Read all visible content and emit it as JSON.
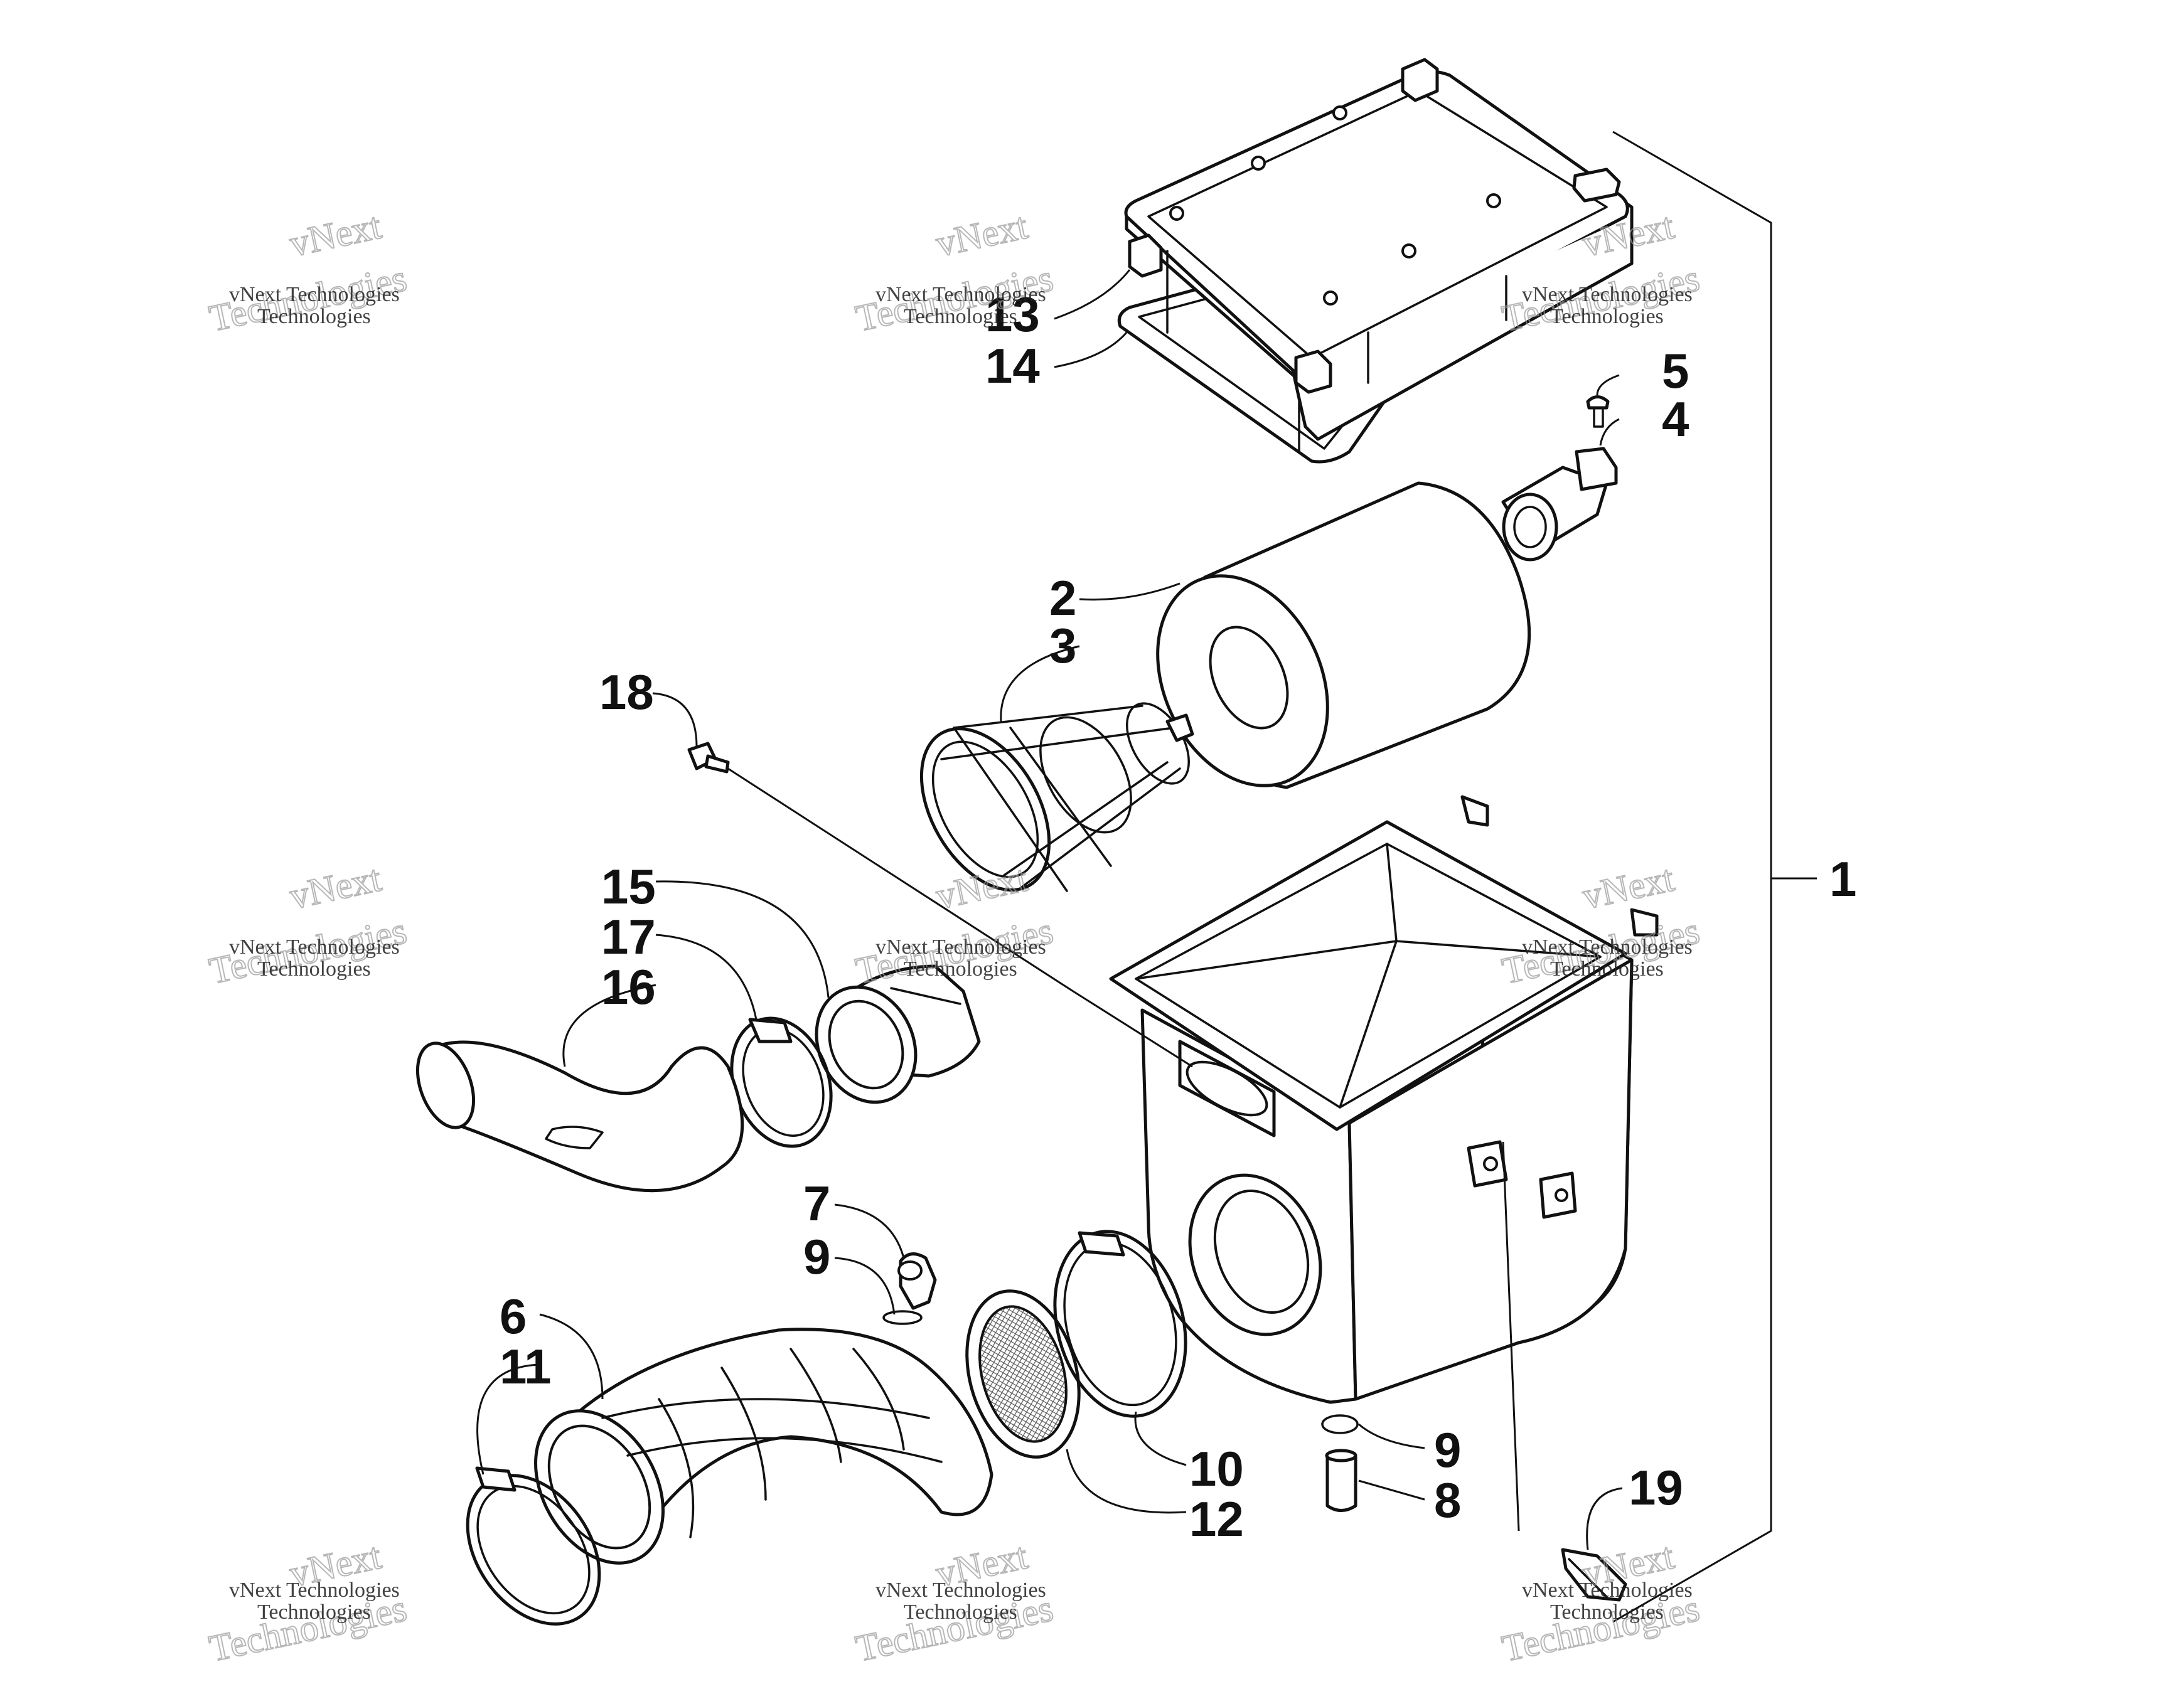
{
  "diagram": {
    "callouts": [
      {
        "id": "c1",
        "label": "1"
      },
      {
        "id": "c2",
        "label": "2"
      },
      {
        "id": "c3",
        "label": "3"
      },
      {
        "id": "c4",
        "label": "4"
      },
      {
        "id": "c5",
        "label": "5"
      },
      {
        "id": "c6",
        "label": "6"
      },
      {
        "id": "c7",
        "label": "7"
      },
      {
        "id": "c8",
        "label": "8"
      },
      {
        "id": "c9a",
        "label": "9"
      },
      {
        "id": "c9b",
        "label": "9"
      },
      {
        "id": "c10",
        "label": "10"
      },
      {
        "id": "c11",
        "label": "11"
      },
      {
        "id": "c12",
        "label": "12"
      },
      {
        "id": "c13",
        "label": "13"
      },
      {
        "id": "c14",
        "label": "14"
      },
      {
        "id": "c15",
        "label": "15"
      },
      {
        "id": "c16",
        "label": "16"
      },
      {
        "id": "c17",
        "label": "17"
      },
      {
        "id": "c18",
        "label": "18"
      },
      {
        "id": "c19",
        "label": "19"
      }
    ]
  },
  "watermark": {
    "brand": "vNext",
    "company": "vNext Technologies",
    "word": "Technologies"
  }
}
